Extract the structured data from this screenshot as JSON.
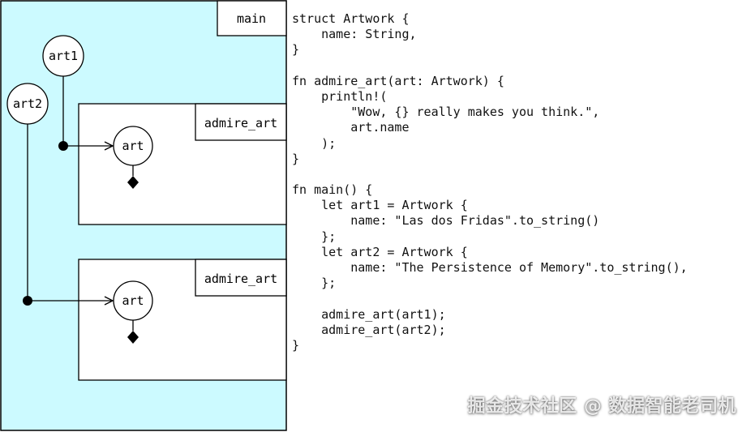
{
  "diagram": {
    "main_frame_label": "main",
    "frames": [
      {
        "label": "admire_art",
        "param": "art"
      },
      {
        "label": "admire_art",
        "param": "art"
      }
    ],
    "variables": [
      "art1",
      "art2"
    ],
    "colors": {
      "main_background": "#ccfaff",
      "frame_background": "#ffffff",
      "stroke": "#000000"
    }
  },
  "code_lines": [
    "struct Artwork {",
    "    name: String,",
    "}",
    "",
    "fn admire_art(art: Artwork) {",
    "    println!(",
    "        \"Wow, {} really makes you think.\",",
    "        art.name",
    "    );",
    "}",
    "",
    "fn main() {",
    "    let art1 = Artwork {",
    "        name: \"Las dos Fridas\".to_string()",
    "    };",
    "    let art2 = Artwork {",
    "        name: \"The Persistence of Memory\".to_string(),",
    "    };",
    "",
    "    admire_art(art1);",
    "    admire_art(art2);",
    "}"
  ],
  "watermark": "掘金技术社区 @ 数据智能老司机"
}
